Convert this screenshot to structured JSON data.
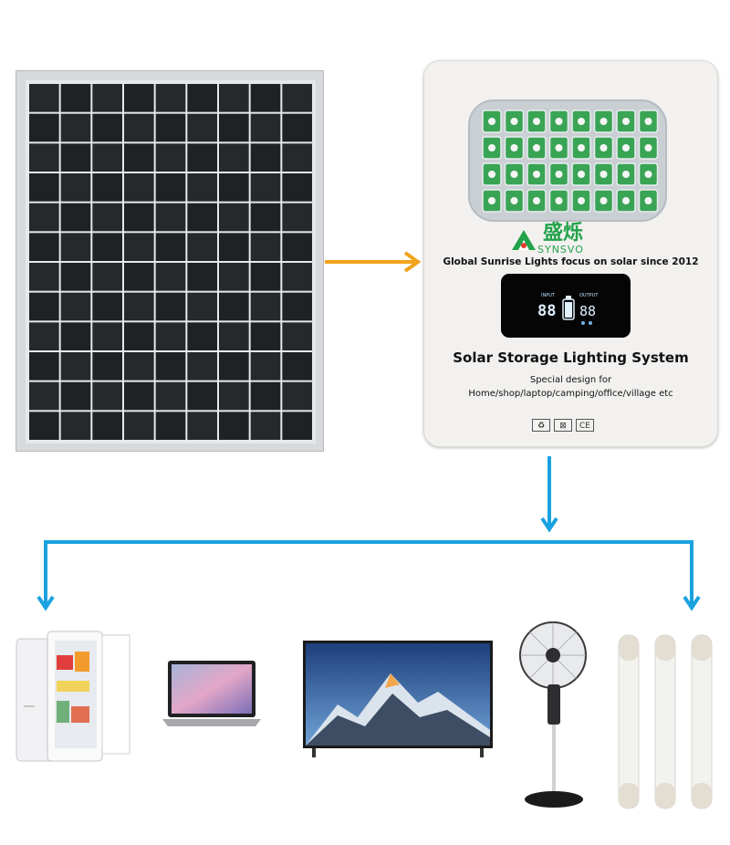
{
  "unit": {
    "brand_cn": "盛烁",
    "brand_en": "SYNSVO",
    "tagline": "Global Sunrise Lights focus on solar since 2012",
    "title": "Solar Storage Lighting System",
    "subtitle_line1": "Special design for",
    "subtitle_line2": "Home/shop/laptop/camping/office/village etc",
    "display": {
      "left_label": "INPUT",
      "right_label": "OUTPUT",
      "left_value": "88",
      "right_value": "88"
    },
    "certs": [
      "♻",
      "⊠",
      "CE"
    ]
  },
  "colors": {
    "orange_arrow": "#f2a31c",
    "blue_arrow": "#1aa2e0",
    "logo_green": "#22a24a"
  },
  "icons": {
    "panel": "solar-panel-icon",
    "fridge": "mini-fridge-icon",
    "laptop": "laptop-icon",
    "tv": "television-icon",
    "fan": "standing-fan-icon",
    "tubes": "led-tube-lights-icon"
  }
}
